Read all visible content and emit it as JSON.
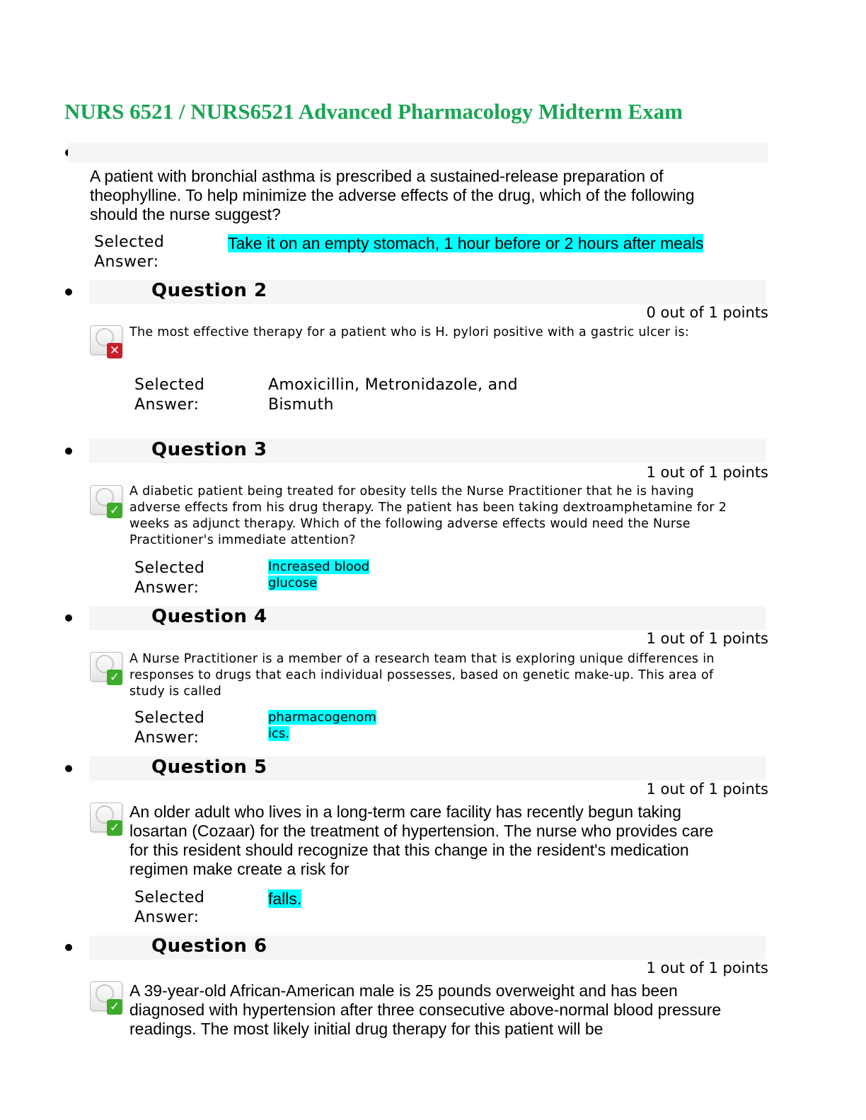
{
  "page_title": "NURS 6521 / NURS6521 Advanced Pharmacology Midterm Exam",
  "q1": {
    "text": "A patient with bronchial asthma is prescribed a sustained-release preparation of theophylline. To help minimize the adverse effects of the drug, which of the following should the nurse suggest?",
    "selected_label": "Selected Answer:",
    "answer": "Take it on an empty stomach, 1 hour before or 2 hours after meals"
  },
  "questions": [
    {
      "title": "Question 2",
      "points": "0 out of 1 points",
      "status_icon": "incorrect-x-icon",
      "text": "The most effective therapy for a patient who is H. pylori positive with a gastric ulcer is:",
      "selected_label": "Selected Answer:",
      "answer": "Amoxicillin, Metronidazole, and Bismuth"
    },
    {
      "title": "Question 3",
      "points": "1 out of 1 points",
      "status_icon": "correct-check-icon",
      "text": "A diabetic patient being treated for obesity tells the Nurse Practitioner that he is having adverse effects from his drug therapy. The patient has been taking dextroamphetamine for 2 weeks as adjunct therapy. Which of the following adverse effects would need the Nurse Practitioner's immediate attention?",
      "selected_label": "Selected Answer:",
      "answer_line1": "Increased blood",
      "answer_line2": "glucose"
    },
    {
      "title": "Question 4",
      "points": "1 out of 1 points",
      "status_icon": "correct-check-icon",
      "text": "A Nurse Practitioner is a member of a research team that is exploring unique differences in responses to drugs that each individual possesses, based on genetic make-up. This area of study is called",
      "selected_label": "Selected Answer:",
      "answer_line1": "pharmacogenom",
      "answer_line2": "ics."
    },
    {
      "title": "Question 5",
      "points": "1 out of 1 points",
      "status_icon": "correct-check-icon",
      "text": "An older adult who lives in a long-term care facility has recently begun taking losartan (Cozaar) for the treatment of hypertension. The nurse who provides care for this resident should recognize that this change in the resident's medication regimen make create a risk for",
      "selected_label": "Selected Answer:",
      "answer": "falls."
    },
    {
      "title": "Question 6",
      "points": "1 out of 1 points",
      "status_icon": "correct-check-icon",
      "text": "A 39-year-old African-American male is 25 pounds overweight and has been diagnosed with hypertension after three consecutive above-normal blood pressure readings. The most likely initial drug therapy for this patient will be"
    }
  ]
}
